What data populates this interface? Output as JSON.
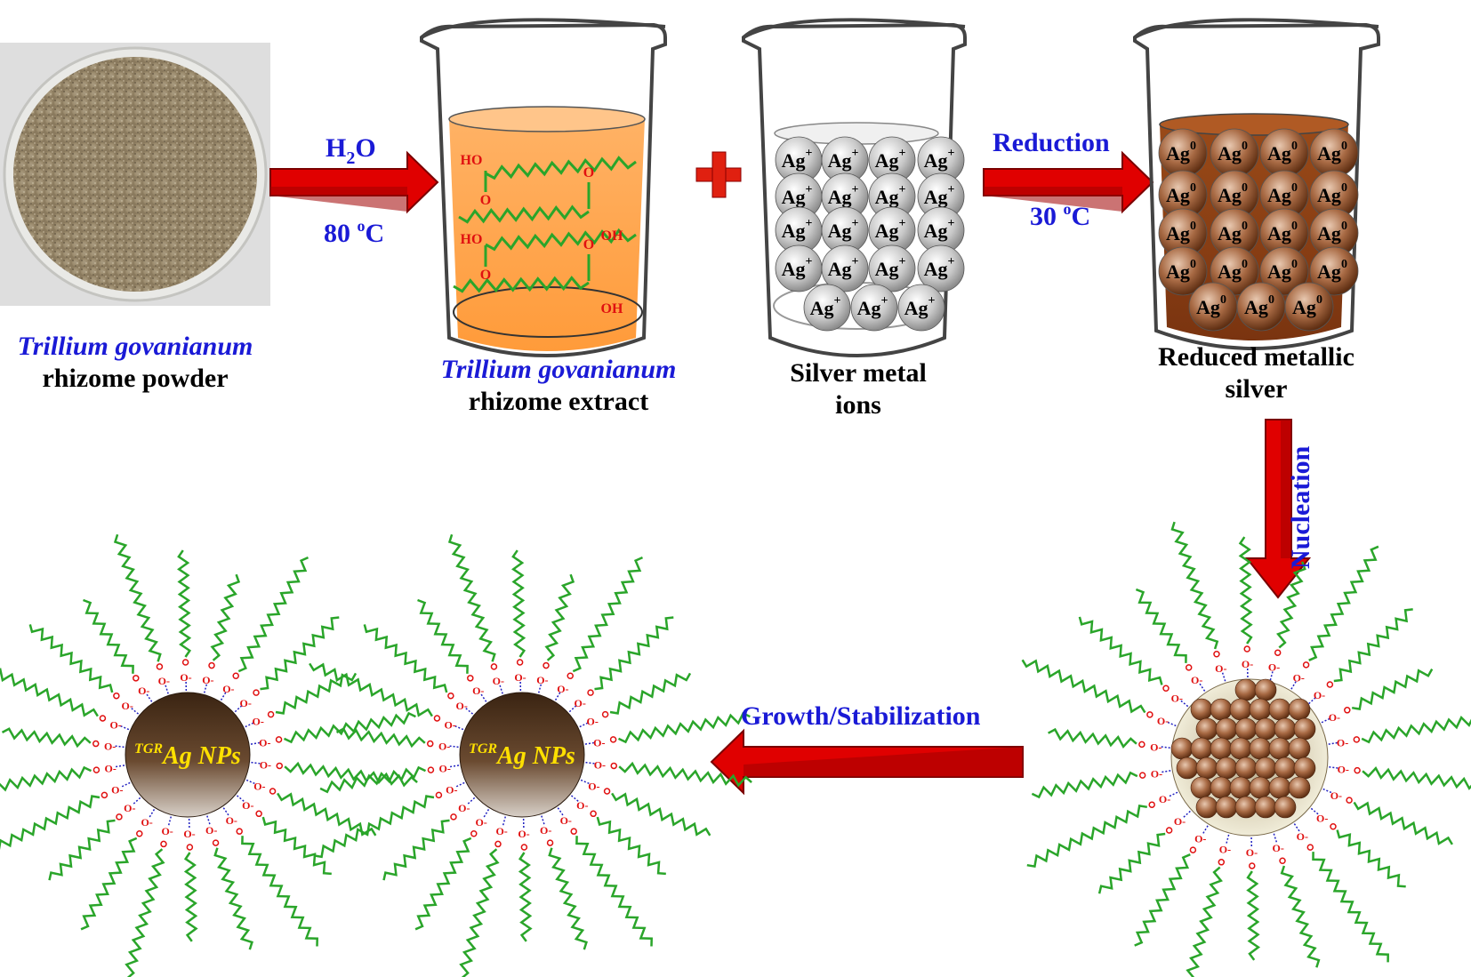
{
  "labels": {
    "powder_name": "Trillium govanianum",
    "powder_sub": "rhizome powder",
    "extract_name": "Trillium govanianum",
    "extract_sub": "rhizome extract",
    "ions": "Silver metal ions",
    "reduced_line1": "Reduced metallic",
    "reduced_line2": "silver"
  },
  "arrows": {
    "step1_top_main": "H",
    "step1_top_sub": "2",
    "step1_top_end": "O",
    "step1_bottom_main": "80 ",
    "step1_bottom_sup": "o",
    "step1_bottom_end": "C",
    "step2_top": "Reduction",
    "step2_bottom_main": "30 ",
    "step2_bottom_sup": "o",
    "step2_bottom_end": "C",
    "step3": "Nucleation",
    "step4": "Growth/Stabilization"
  },
  "molecule_labels": {
    "ho": "HO",
    "oh": "OH",
    "o": "O",
    "o_minus": "O-"
  },
  "ion_label": {
    "base": "Ag",
    "charge": "+"
  },
  "metal_label": {
    "base": "Ag",
    "charge": "0"
  },
  "nanoparticle": {
    "prefix": "TGR",
    "name": "Ag NPs"
  },
  "colors": {
    "text_blue": "#1a1ad6",
    "arrow_red": "#e00000",
    "arrow_dark": "#8a0000",
    "chain_green": "#2aa52a",
    "oxygen_red": "#e01010",
    "extract_orange": "#ffa040",
    "silver_brown": "#8a3d10",
    "np_brown": "#4a2e1c"
  }
}
